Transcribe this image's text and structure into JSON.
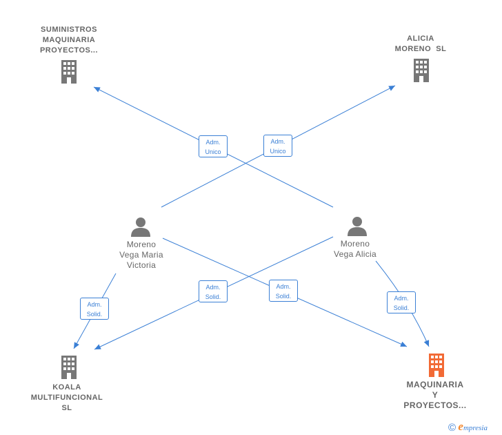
{
  "nodes": {
    "suministros": {
      "lines": [
        "SUMINISTROS",
        "MAQUINARIA",
        "PROYECTOS..."
      ]
    },
    "alicia_sl": {
      "lines": [
        "ALICIA",
        "MORENO  SL"
      ]
    },
    "koala": {
      "lines": [
        "KOALA",
        "MULTIFUNCIONAL",
        "SL"
      ]
    },
    "maquinaria": {
      "lines": [
        "MAQUINARIA",
        "Y",
        "PROYECTOS..."
      ]
    },
    "moreno_victoria": {
      "lines": [
        "Moreno",
        "Vega Maria",
        "Victoria"
      ]
    },
    "moreno_alicia": {
      "lines": [
        "Moreno",
        "Vega Alicia"
      ]
    }
  },
  "edges": {
    "e1": {
      "lines": [
        "Adm.",
        "Unico"
      ]
    },
    "e2": {
      "lines": [
        "Adm.",
        "Unico"
      ]
    },
    "e3": {
      "lines": [
        "Adm.",
        "Solid."
      ]
    },
    "e4": {
      "lines": [
        "Adm.",
        "Solid."
      ]
    },
    "e5": {
      "lines": [
        "Adm.",
        "Solid."
      ]
    },
    "e6": {
      "lines": [
        "Adm.",
        "Solid."
      ]
    }
  },
  "colors": {
    "edge": "#3a7fd5",
    "building": "#777777",
    "main_building": "#f26a35",
    "person": "#777777"
  },
  "icons": {
    "company": "building-icon",
    "person": "person-icon"
  },
  "footer": {
    "copyright": "©",
    "brand_initial": "e",
    "brand_rest": "mpresia"
  }
}
